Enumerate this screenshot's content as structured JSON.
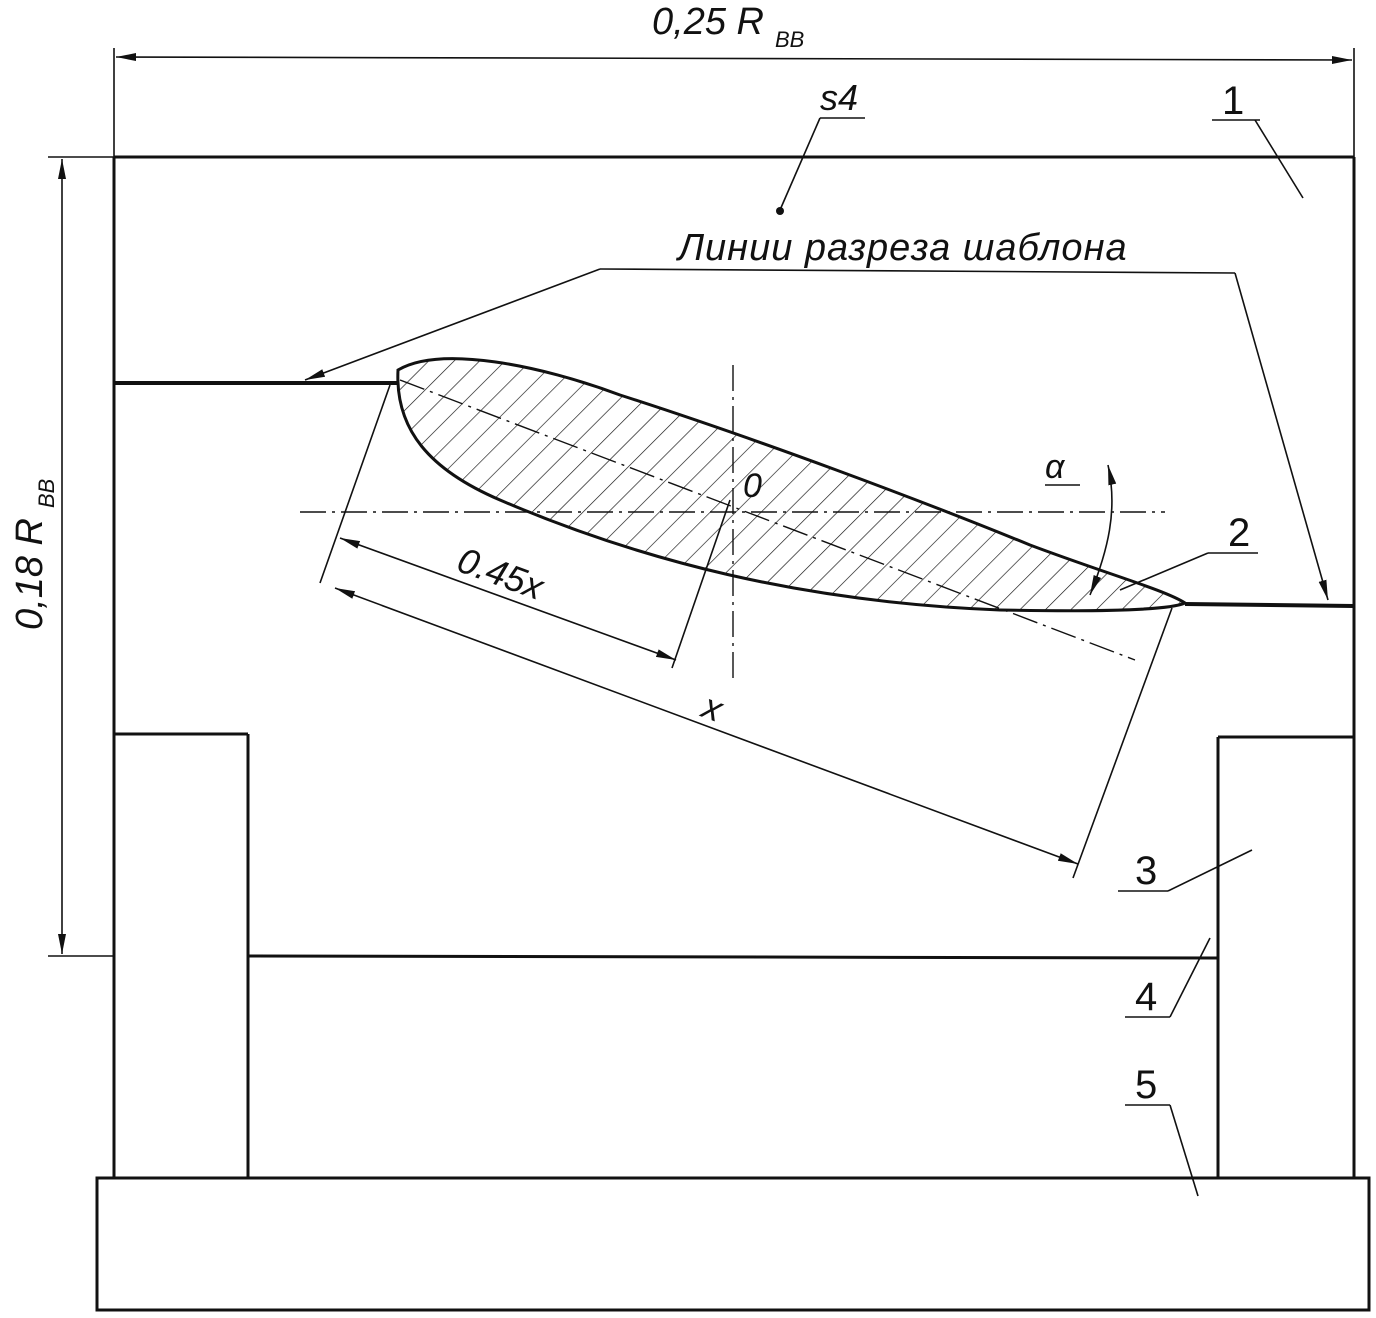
{
  "labels": {
    "dim_width": "0,25 R",
    "dim_width_sub": "BB",
    "dim_height": "0,18 R",
    "dim_height_sub": "BB",
    "s4": "s4",
    "cut_lines": "Линии разреза шаблона",
    "origin": "0",
    "alpha": "α",
    "dim_045x": "0.45x",
    "dim_x": "x"
  },
  "part_numbers": [
    "1",
    "2",
    "3",
    "4",
    "5"
  ]
}
